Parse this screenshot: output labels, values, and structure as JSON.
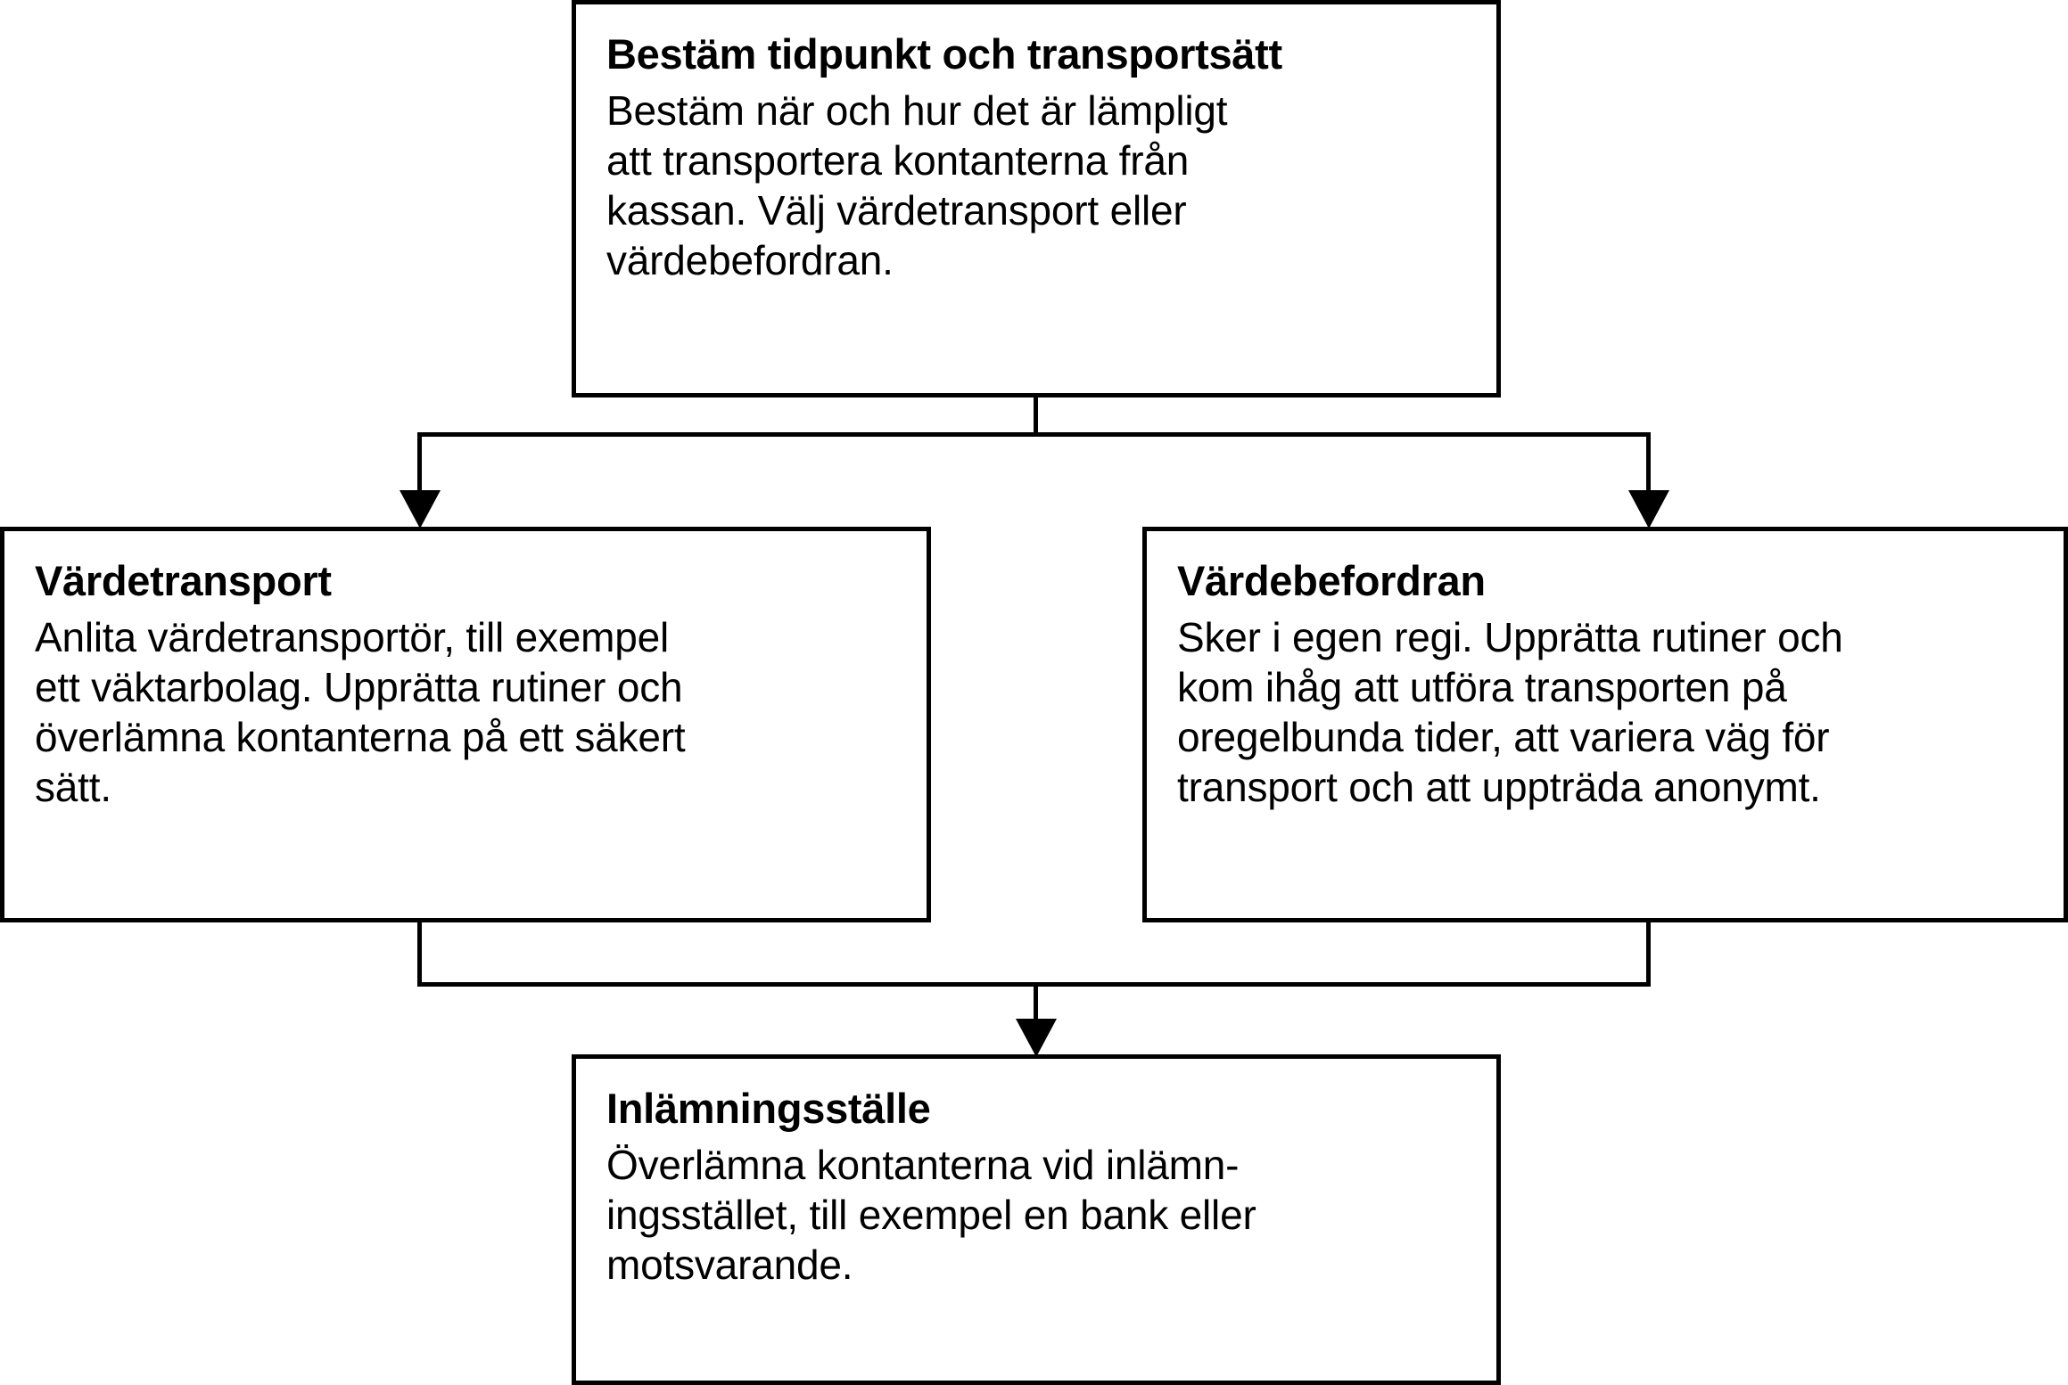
{
  "diagram": {
    "title": "Bestäm tidpunkt och transportsätt",
    "type": "flowchart",
    "language": "sv",
    "colors": {
      "stroke": "#000000",
      "fill": "#ffffff",
      "text": "#000000"
    }
  },
  "nodes": {
    "top": {
      "id": "bestam-tidpunkt",
      "title": "Bestäm tidpunkt och transportsätt",
      "body_lines": [
        "Bestäm när och hur det är lämpligt",
        "att transportera kontanterna från",
        "kassan. Välj värdetransport eller",
        "värdebefordran."
      ]
    },
    "left": {
      "id": "vardetransport",
      "title": "Värdetransport",
      "body_lines": [
        "Anlita värdetransportör, till exempel",
        "ett väktarbolag. Upprätta rutiner och",
        "överlämna kontanterna på ett säkert",
        "sätt."
      ]
    },
    "right": {
      "id": "vardebefordran",
      "title": "Värdebefordran",
      "body_lines": [
        "Sker i egen regi. Upprätta rutiner och",
        "kom ihåg att utföra transporten på",
        "oregelbunda tider, att variera väg för",
        "transport och att uppträda anonymt."
      ]
    },
    "bottom": {
      "id": "inlamningsstalle",
      "title": "Inlämningsställe",
      "body_lines": [
        "Överlämna kontanterna vid inlämn-",
        "ingsstället, till exempel en bank eller",
        "motsvarande."
      ]
    }
  },
  "edges": [
    {
      "from": "top",
      "to": "left",
      "style": "orthogonal-split",
      "arrowhead": "down"
    },
    {
      "from": "top",
      "to": "right",
      "style": "orthogonal-split",
      "arrowhead": "down"
    },
    {
      "from": "left",
      "to": "bottom",
      "style": "orthogonal-merge",
      "arrowhead": "down"
    },
    {
      "from": "right",
      "to": "bottom",
      "style": "orthogonal-merge",
      "arrowhead": "down"
    }
  ]
}
